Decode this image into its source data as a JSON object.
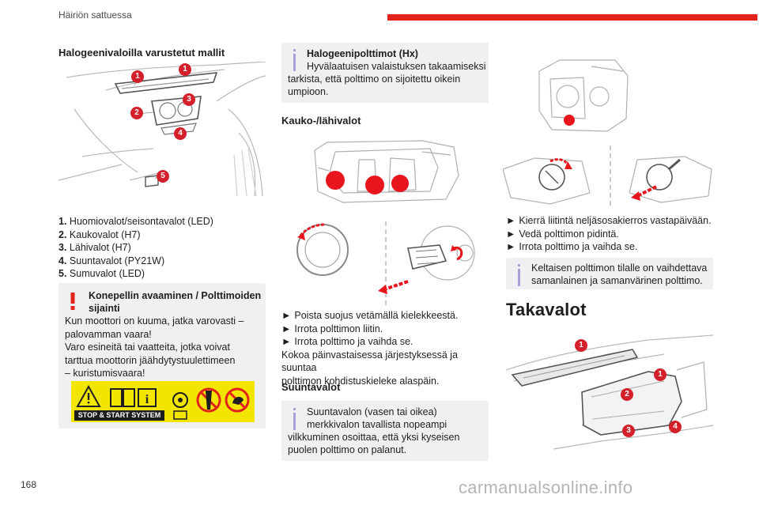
{
  "header": {
    "section": "Häiriön sattuessa",
    "accent": "#e2231a"
  },
  "page_number": "168",
  "left": {
    "title": "Halogeenivaloilla varustetut mallit",
    "callouts": [
      "1",
      "1",
      "2",
      "3",
      "4",
      "5"
    ],
    "list": [
      {
        "n": "1.",
        "text": "Huomiovalot/seisontavalot (LED)"
      },
      {
        "n": "2.",
        "text": "Kaukovalot (H7)"
      },
      {
        "n": "3.",
        "text": "Lähivalot (H7)"
      },
      {
        "n": "4.",
        "text": "Suuntavalot (PY21W)"
      },
      {
        "n": "5.",
        "text": "Sumuvalot (LED)"
      }
    ],
    "warning": {
      "title_line1": "Konepellin avaaminen / Polttimoiden",
      "title_line2": "sijainti",
      "lines": [
        "Kun moottori on kuuma, jatka varovasti –",
        "palovamman vaara!",
        "Varo esineitä tai vaatteita, jotka voivat",
        "tarttua moottorin jäähdytystuulettimeen",
        "– kuristumisvaara!"
      ],
      "stop_start": "STOP & START SYSTEM"
    }
  },
  "middle": {
    "info1": {
      "title": "Halogeenipolttimot (Hx)",
      "lines": [
        "Hyvälaatuisen valaistuksen takaamiseksi",
        "tarkista, että polttimo on sijoitettu oikein",
        "umpioon."
      ]
    },
    "section1": "Kauko-/lähivalot",
    "steps": [
      "Poista suojus vetämällä kielekkeestä.",
      "Irrota polttimon liitin.",
      "Irrota polttimo ja vaihda se."
    ],
    "para": [
      "Kokoa päinvastaisessa järjestyksessä ja suuntaa",
      "polttimon kohdistuskieleke alaspäin."
    ],
    "section2": "Suuntavalot",
    "info2": {
      "lines": [
        "Suuntavalon (vasen tai oikea)",
        "merkkivalon tavallista nopeampi",
        "vilkkuminen osoittaa, että yksi kyseisen",
        "puolen polttimo on palanut."
      ]
    }
  },
  "right": {
    "steps": [
      "Kierrä liitintä neljäsosakierros vastapäivään.",
      "Vedä polttimon pidintä.",
      "Irrota polttimo ja vaihda se."
    ],
    "info": {
      "lines": [
        "Keltaisen polttimon tilalle on vaihdettava",
        "samanlainen ja samanvärinen polttimo."
      ]
    },
    "title": "Takavalot",
    "callouts": [
      "1",
      "1",
      "2",
      "3",
      "4"
    ]
  },
  "watermark": "carmanualsonline.info",
  "colors": {
    "callout": "#d4202a",
    "info_bar": "#a8a0d8",
    "box_bg": "#eef0f1",
    "warning": "#e2231a"
  }
}
